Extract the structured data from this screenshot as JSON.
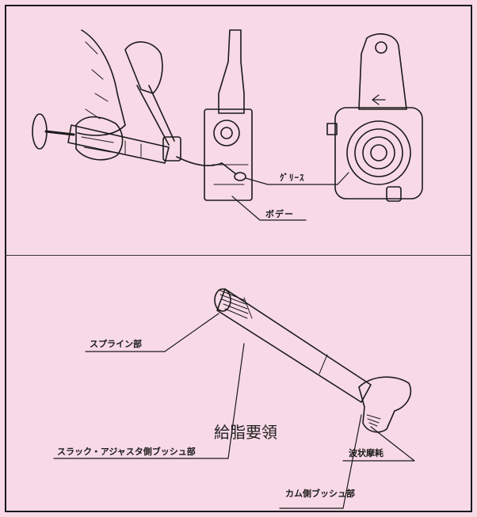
{
  "caption": "給脂要領",
  "top_labels": {
    "grease": "ｸﾞﾘｰｽ",
    "body": "ボデー"
  },
  "bottom_labels": {
    "spline": "スプライン部",
    "slack_bushing": "スラック・アジャスタ側ブッシュ部",
    "wavy_wear": "波状摩耗",
    "cam_bushing": "カム側ブッシュ部"
  },
  "colors": {
    "background": "#f8d9e6",
    "line": "#1a1a1a"
  }
}
